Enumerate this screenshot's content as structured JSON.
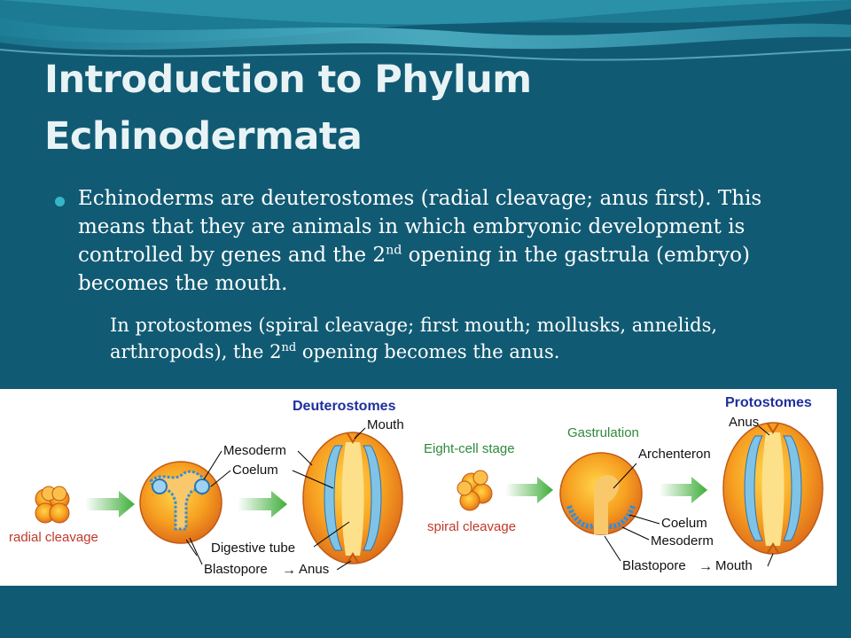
{
  "title": {
    "line1": "Introduction to Phylum",
    "line2": "Echinodermata"
  },
  "bullet": {
    "part1": "Echinoderms are deuterostomes (radial cleavage; anus first).  This means that they are animals in which embryonic development is controlled by genes and the 2",
    "sup": "nd",
    "part2": " opening in the gastrula (embryo) becomes the mouth."
  },
  "subpoint": {
    "part1": "In protostomes (spiral cleavage; first mouth; mollusks, annelids, arthropods), the 2",
    "sup": "nd",
    "part2": " opening becomes the anus."
  },
  "deuterostome_figure": {
    "heading": "Deuterostomes",
    "cleavage_label": "radial cleavage",
    "labels": {
      "mouth": "Mouth",
      "mesoderm": "Mesoderm",
      "coelum": "Coelum",
      "digestive_tube": "Digestive tube",
      "blastopore": "Blastopore",
      "anus": "Anus",
      "arrow": "→"
    }
  },
  "protostome_figure": {
    "heading": "Protostomes",
    "stage_label": "Eight-cell stage",
    "gastrulation_label": "Gastrulation",
    "cleavage_label": "spiral cleavage",
    "labels": {
      "anus": "Anus",
      "archenteron": "Archenteron",
      "coelum": "Coelum",
      "mesoderm": "Mesoderm",
      "blastopore": "Blastopore",
      "mouth": "Mouth",
      "arrow": "→"
    }
  },
  "colors": {
    "background": "#115a73",
    "title": "#e8f3f5",
    "bullet": "#35b7c9",
    "heading_blue": "#1f2f9c",
    "label_red": "#c0392b",
    "label_green": "#2f8a3a",
    "arrow_green": "#4caf3c",
    "embryo_orange": "#f59a22",
    "coelom_blue": "#7fc4e6"
  }
}
